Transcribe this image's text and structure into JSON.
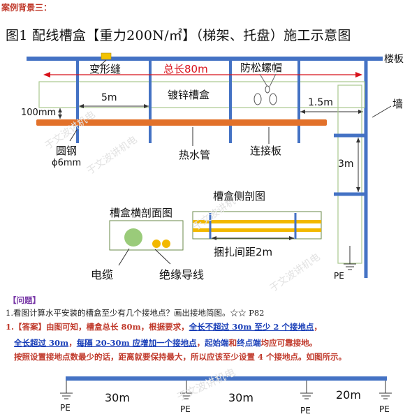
{
  "header": "案例背景三：",
  "title": "图1  配线槽盒【重力200N/㎡】（梯架、托盘）施工示意图",
  "labels": {
    "expansion_joint": "变形缝",
    "total_length": "总长80m",
    "anti_loose_cap": "防松螺帽",
    "floor_slab": "楼板",
    "span": "5m",
    "tray": "镀锌槽盒",
    "offset": "1.5m",
    "wall": "墙",
    "gap": "100mm",
    "round_steel": "圆钢",
    "round_steel_dia": "ϕ6mm",
    "hot_water_pipe": "热水管",
    "connector_plate": "连接板",
    "vertical_span": "3m",
    "cross_section": "槽盒横剖面图",
    "side_section": "槽盒侧剖图",
    "bundle_spacing": "捆扎间距2m",
    "cable": "电缆",
    "insulated_wire": "绝缘导线",
    "pe": "PE"
  },
  "watermark": "于文波讲机电",
  "question": {
    "heading": "【问题】",
    "text": "1.看图计算水平安装的槽盒至少有几个接地点？画出接地简图。☆☆ P82"
  },
  "answer": {
    "l1_a": "1.【答案】由图可知，槽盒总长 80m，根据要求，",
    "l1_b": "全长不超过 30m 至少 2 个接地点",
    "l1_c": "，",
    "l2_a": "全长超过 30m",
    "l2_b": "，",
    "l2_c": "每隔 20-30m 应增加一个接地点",
    "l2_d": "，",
    "l2_e": "起始端",
    "l2_f": "和",
    "l2_g": "终点端",
    "l2_h": "均应可靠接地。",
    "l3": "按照设置接地点数最少的话，距离就要保持最大，所以应该至少设置 4 个接地点。如图所示。"
  },
  "bottom": {
    "seg1": "30m",
    "seg2": "30m",
    "seg3": "20m"
  },
  "colors": {
    "steel_blue": "#4472c4",
    "pipe_orange": "#e2712a",
    "red": "#d8121b",
    "tray_green": "#a9c98e",
    "wire_yellow": "#f2b800"
  }
}
